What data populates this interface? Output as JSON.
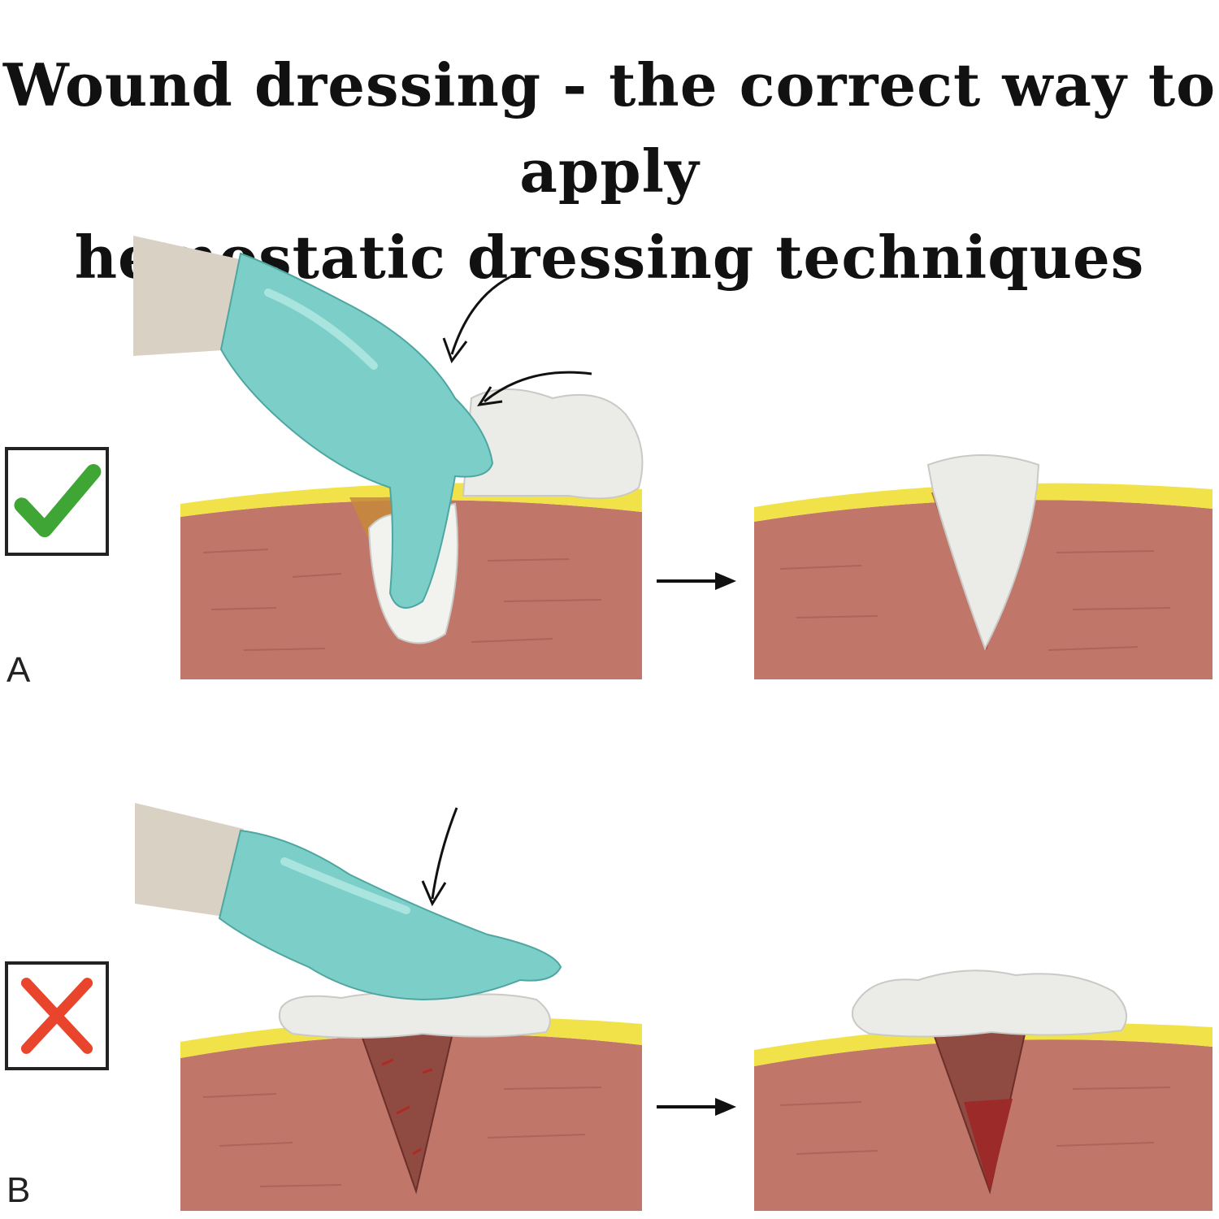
{
  "title": {
    "line1": "Wound dressing - the correct way to apply",
    "line2": "hemostatic dressing techniques"
  },
  "panels": [
    {
      "label": "A",
      "verdict": "correct",
      "verdict_icon": "check-mark-icon",
      "verdict_color": "#3fa535"
    },
    {
      "label": "B",
      "verdict": "incorrect",
      "verdict_icon": "cross-mark-icon",
      "verdict_color": "#e8452c"
    }
  ],
  "colors": {
    "glove": "#7ccfc9",
    "skin": "#d9d2c4",
    "fat_layer": "#f2e24a",
    "tissue": "#c1766a",
    "gauze": "#ebebe8",
    "blood": "#9c2a28"
  }
}
